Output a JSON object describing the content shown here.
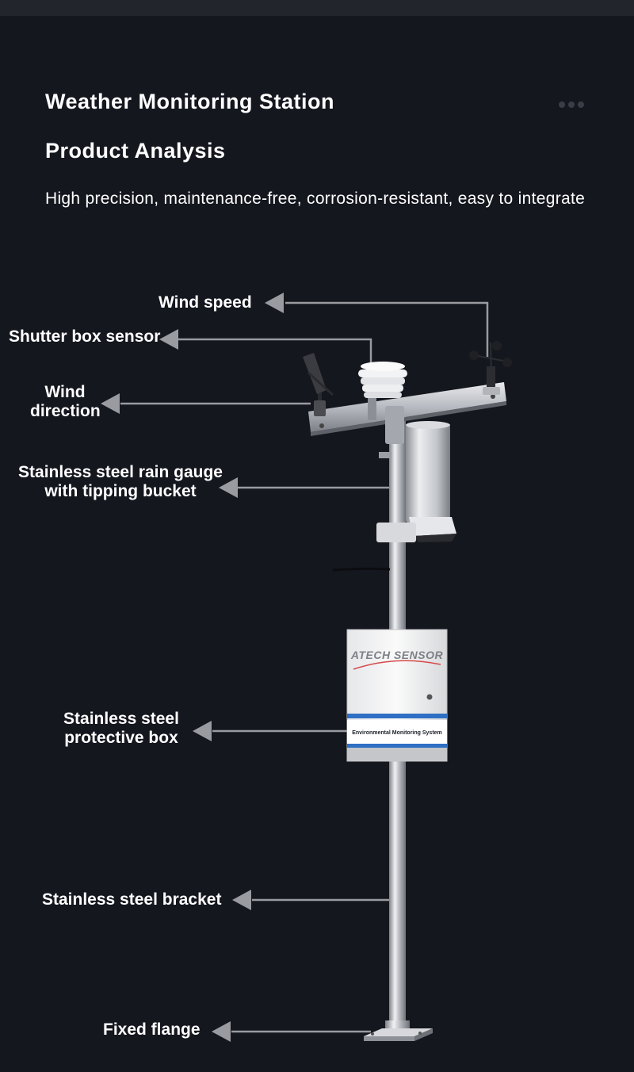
{
  "header": {
    "title": "Weather Monitoring Station",
    "subtitle": "Product Analysis",
    "tagline": "High precision, maintenance-free, corrosion-resistant, easy to integrate"
  },
  "labels": {
    "wind_speed": "Wind speed",
    "shutter_box": "Shutter box sensor",
    "wind_direction_1": "Wind",
    "wind_direction_2": "direction",
    "rain_gauge_1": "Stainless steel rain gauge",
    "rain_gauge_2": "with tipping bucket",
    "protective_box_1": "Stainless steel",
    "protective_box_2": "protective box",
    "bracket": "Stainless steel bracket",
    "flange": "Fixed flange"
  },
  "device": {
    "brand": "ATECH SENSOR",
    "panel_text": "Environmental Monitoring System"
  },
  "colors": {
    "background": "#15171f",
    "leader_line": "#9a9ba0",
    "steel": "#c9cbcf",
    "brand_blue": "#2f6fc4"
  }
}
